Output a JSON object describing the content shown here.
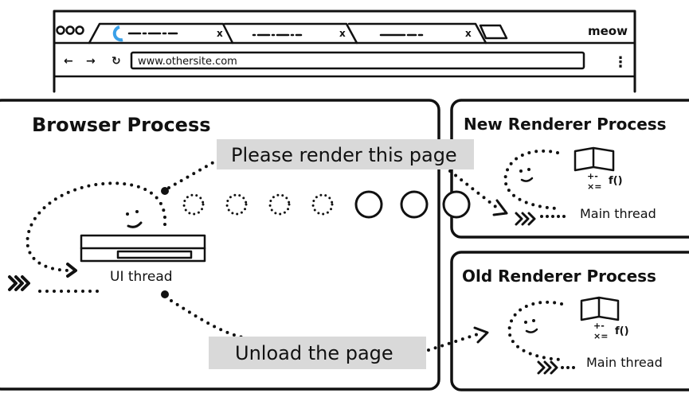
{
  "browser_window": {
    "corner_label": "meow",
    "url": "www.othersite.com",
    "tab_count": 3,
    "loading_spinner_color": "#3aa0e8"
  },
  "browser_process": {
    "title": "Browser Process",
    "ui_thread_label": "UI thread"
  },
  "messages": {
    "render_request": "Please render this page",
    "unload_request": "Unload the page"
  },
  "new_renderer": {
    "title": "New Renderer Process",
    "thread_label": "Main thread"
  },
  "old_renderer": {
    "title": "Old Renderer Process",
    "thread_label": "Main thread"
  },
  "colors": {
    "label_bg": "#d9d9d9",
    "ink": "#111111"
  }
}
